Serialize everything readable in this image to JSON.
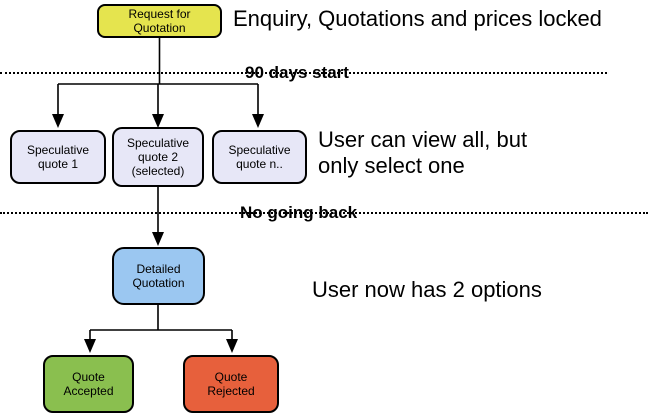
{
  "diagram": {
    "title": "Quotation process flowchart",
    "nodes": {
      "request_for_quotation": {
        "label": "Request for\nQuotation",
        "fill": "#e5e44e"
      },
      "speculative_quote_1": {
        "label": "Speculative\nquote 1",
        "fill": "#e7e7f7"
      },
      "speculative_quote_2": {
        "label": "Speculative\nquote 2\n(selected)",
        "fill": "#e7e7f7"
      },
      "speculative_quote_n": {
        "label": "Speculative\nquote n..",
        "fill": "#e7e7f7"
      },
      "detailed_quotation": {
        "label": "Detailed\nQuotation",
        "fill": "#9bc7f1"
      },
      "quote_accepted": {
        "label": "Quote\nAccepted",
        "fill": "#8abf4f"
      },
      "quote_rejected": {
        "label": "Quote\nRejected",
        "fill": "#e7603c"
      }
    },
    "annotations": {
      "top_right": "Enquiry, Quotations and prices locked",
      "middle_right": "User can view all, but\nonly select one",
      "bottom_right": "User now has 2 options"
    },
    "phase_lines": {
      "line1_label": "90 days start",
      "line2_label": "No going back"
    },
    "colors": {
      "line": "#000000",
      "background": "#ffffff"
    }
  }
}
